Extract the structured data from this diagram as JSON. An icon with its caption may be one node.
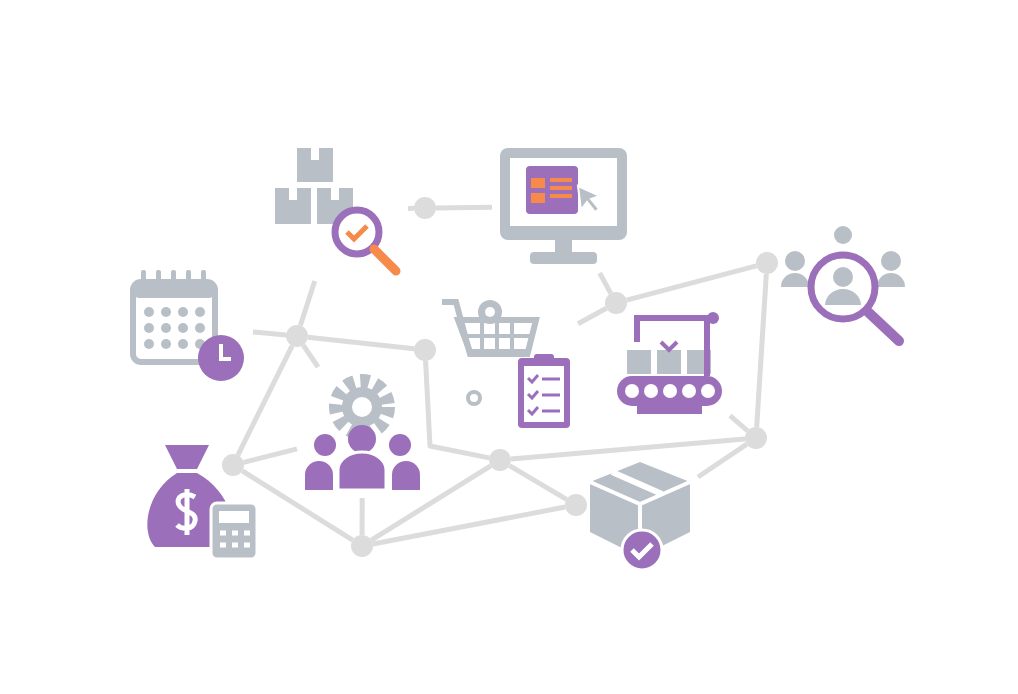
{
  "diagram": {
    "nodes": [
      {
        "text": [],
        "shape": "picture"
      },
      {
        "text": [],
        "shape": "circle"
      },
      {
        "text": [],
        "shape": "picture"
      },
      {
        "text": [],
        "shape": "circle"
      },
      {
        "text": [],
        "shape": "picture"
      },
      {
        "text": [],
        "shape": "picture"
      },
      {
        "text": [],
        "shape": "circle"
      },
      {
        "text": [],
        "shape": "circle"
      },
      {
        "text": [],
        "shape": "circle"
      },
      {
        "text": [],
        "shape": "picture"
      },
      {
        "text": [],
        "shape": "picture"
      },
      {
        "text": [],
        "shape": "picture"
      },
      {
        "text": [],
        "shape": "circle"
      },
      {
        "text": [],
        "shape": "circle"
      },
      {
        "text": [],
        "shape": "circle"
      },
      {
        "text": [],
        "shape": "picture"
      },
      {
        "text": [],
        "shape": "picture"
      },
      {
        "text": [],
        "shape": "circle"
      },
      {
        "text": [],
        "shape": "circle"
      }
    ],
    "edges": [
      {
        "from": 1,
        "to": 0,
        "arrow": "none"
      },
      {
        "from": 1,
        "to": 2,
        "arrow": "none"
      },
      {
        "from": 7,
        "to": 0,
        "arrow": "none"
      },
      {
        "from": 5,
        "to": 7,
        "arrow": "none"
      },
      {
        "from": 7,
        "to": 8,
        "arrow": "none"
      },
      {
        "from": 7,
        "to": 14,
        "arrow": "none"
      },
      {
        "from": 7,
        "to": 11,
        "arrow": "none"
      },
      {
        "from": 8,
        "to": 13,
        "arrow": "none"
      },
      {
        "from": 6,
        "to": 2,
        "arrow": "none"
      },
      {
        "from": 6,
        "to": 3,
        "arrow": "none"
      },
      {
        "from": 6,
        "to": 9,
        "arrow": "none"
      },
      {
        "from": 6,
        "to": 10,
        "arrow": "none"
      },
      {
        "from": 3,
        "to": 12,
        "arrow": "none"
      },
      {
        "from": 12,
        "to": 10,
        "arrow": "none"
      },
      {
        "from": 12,
        "to": 13,
        "arrow": "none"
      },
      {
        "from": 12,
        "to": 16,
        "arrow": "none"
      },
      {
        "from": 13,
        "to": 17,
        "arrow": "none"
      },
      {
        "from": 13,
        "to": 18,
        "arrow": "none"
      },
      {
        "from": 14,
        "to": 11,
        "arrow": "none"
      },
      {
        "from": 14,
        "to": 18,
        "arrow": "none"
      },
      {
        "from": 18,
        "to": 17,
        "arrow": "none"
      },
      {
        "from": 18,
        "to": 11,
        "arrow": "none"
      }
    ]
  }
}
